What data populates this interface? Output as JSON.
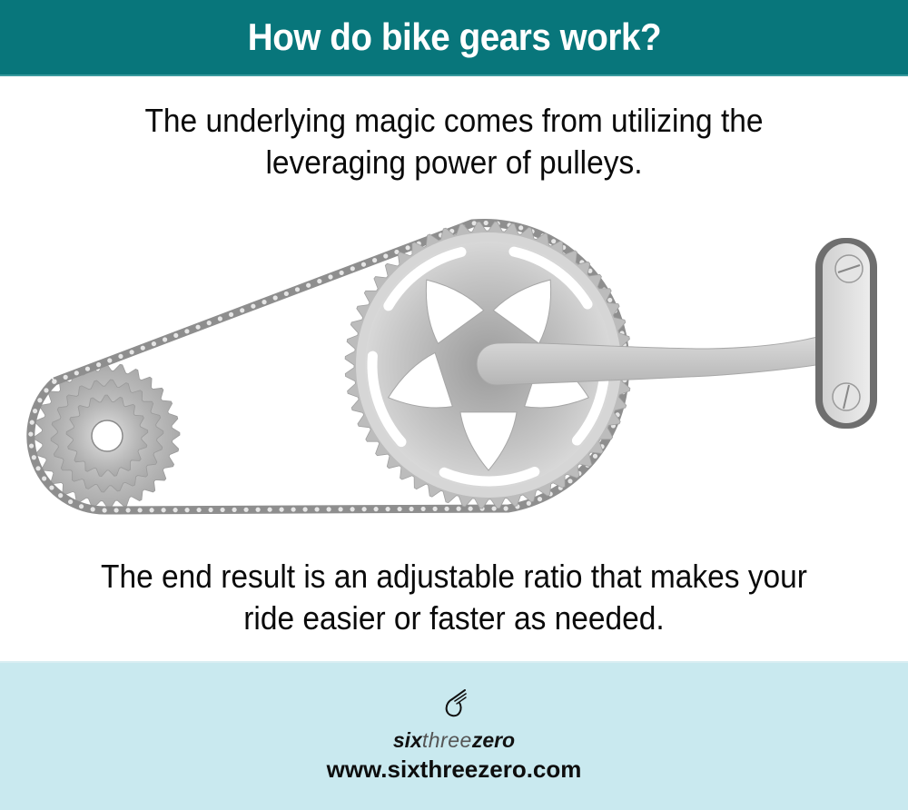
{
  "header": {
    "title": "How do bike gears work?",
    "background_color": "#08767b"
  },
  "intro_text": {
    "lines": [
      "The underlying magic comes from utilizing the",
      "leveraging power of pulleys."
    ]
  },
  "illustration": {
    "description": "Bicycle drivetrain: rear cassette cogs, chain, front chainring with five-arm spider, crank arm and pedal",
    "elements": [
      "rear-cassette",
      "chain",
      "front-chainring",
      "crank-arm",
      "pedal"
    ],
    "metal_color": "#b9b9b9",
    "dark_metal_color": "#7a7a7a"
  },
  "conclusion_text": {
    "lines": [
      "The end result is an adjustable ratio that makes your",
      "ride easier or faster as needed."
    ]
  },
  "footer": {
    "background_color": "#c9e9ef",
    "brand_icon": "winged-circle-logo-icon",
    "brand_parts": [
      "six",
      "three",
      "zero"
    ],
    "url": "www.sixthreezero.com"
  }
}
